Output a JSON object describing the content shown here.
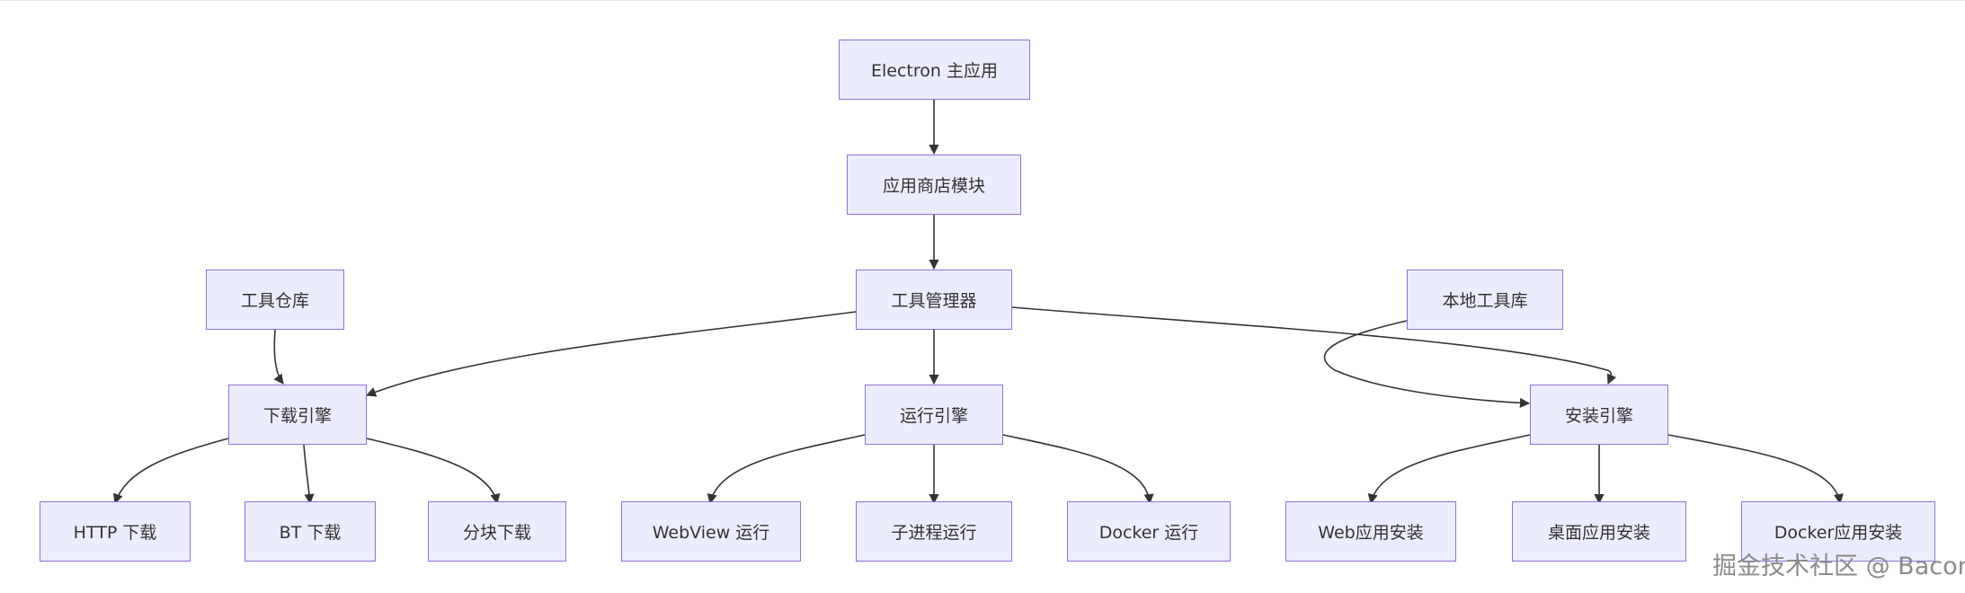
{
  "nodes": {
    "electron": "Electron 主应用",
    "store": "应用商店模块",
    "manager": "工具管理器",
    "repo": "工具仓库",
    "local": "本地工具库",
    "download": "下载引擎",
    "run": "运行引擎",
    "install": "安装引擎",
    "http": "HTTP 下载",
    "bt": "BT 下载",
    "chunk": "分块下载",
    "webview": "WebView 运行",
    "subprocess": "子进程运行",
    "docker_run": "Docker 运行",
    "web_install": "Web应用安装",
    "desktop_install": "桌面应用安装",
    "docker_install": "Docker应用安装"
  },
  "watermark": "掘金技术社区 @ Bacon",
  "colors": {
    "node_fill": "#ECECFF",
    "node_border": "#9370DB",
    "edge": "#333333",
    "text": "#333333"
  }
}
